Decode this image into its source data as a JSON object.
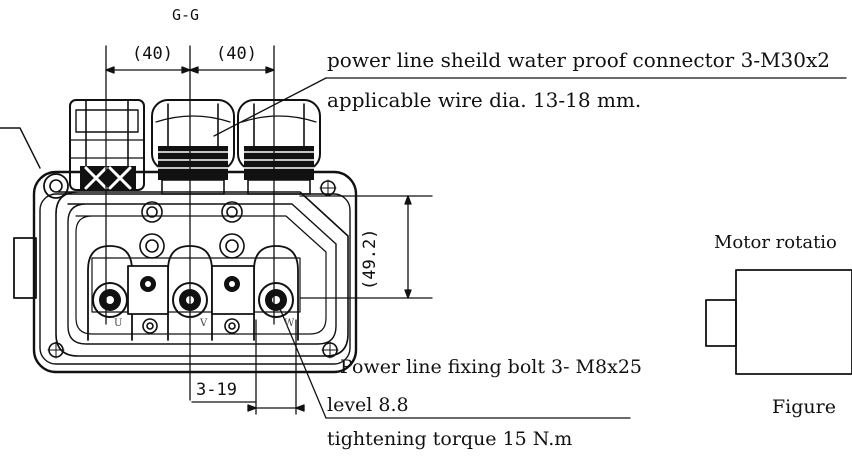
{
  "section_label": "G-G",
  "dimensions": {
    "pitch_left": "(40)",
    "pitch_right": "(40)",
    "height": "(49.2)",
    "bolt_span": "3-19"
  },
  "phase_marks": [
    "U",
    "V",
    "W"
  ],
  "annotations": {
    "connector_line1": "power line sheild water proof connector 3-M30x2",
    "connector_line2": "applicable wire  dia. 13-18 mm.",
    "bolt_line1": "Power line fixing bolt 3- M8x25",
    "bolt_line2": "level 8.8",
    "bolt_line3": "tightening torque 15 N.m"
  },
  "motor_rotation_label": "Motor rotatio",
  "figure_label": "Figure"
}
